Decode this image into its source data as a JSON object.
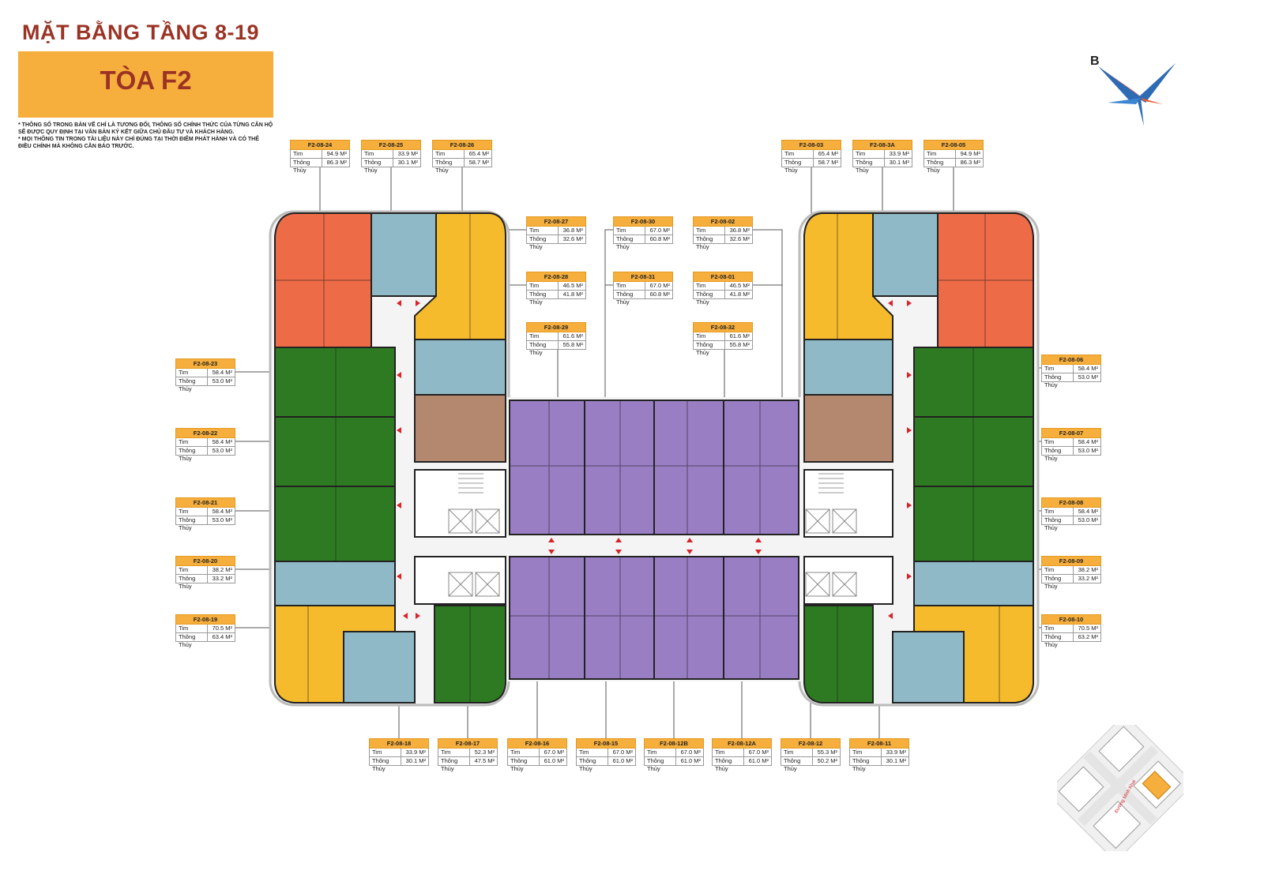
{
  "title": "MẶT BẰNG TẦNG 8-19",
  "subtitle": "TÒA F2",
  "notes": [
    "* THÔNG SỐ TRONG BẢN VẼ CHỈ LÀ TƯƠNG ĐỐI, THÔNG SỐ CHÍNH THỨC CỦA TỪNG CĂN HỘ",
    "SẼ ĐƯỢC QUY ĐỊNH TẠI VĂN BẢN KÝ KẾT GIỮA CHỦ ĐẦU TƯ VÀ KHÁCH HÀNG.",
    "* MỌI THÔNG TIN TRONG TÀI LIỆU NÀY CHỈ ĐÚNG TẠI THỜI ĐIỂM PHÁT HÀNH VÀ CÓ THỂ",
    "ĐIỀU CHỈNH MÀ KHÔNG CẦN BÁO TRƯỚC."
  ],
  "logo_letter": "B",
  "site_road_label": "Đường Minh Khai",
  "label_keys": {
    "tim": "Tim",
    "thong_thuy": "Thông Thủy"
  },
  "colors": {
    "orange": "#ee6b47",
    "blue": "#8fb9c6",
    "yellow": "#f6bb2c",
    "green": "#2e7a22",
    "purple": "#9a7ec4",
    "brown": "#b3886f",
    "label_bg": "#f6ae3c",
    "title": "#9b3325"
  },
  "units": [
    {
      "code": "F2-08-24",
      "tim": "94.9 M²",
      "thong_thuy": "86.3 M²"
    },
    {
      "code": "F2-08-25",
      "tim": "33.9 M²",
      "thong_thuy": "30.1 M²"
    },
    {
      "code": "F2-08-26",
      "tim": "65.4 M²",
      "thong_thuy": "58.7 M²"
    },
    {
      "code": "F2-08-03",
      "tim": "65.4 M²",
      "thong_thuy": "58.7 M²"
    },
    {
      "code": "F2-08-3A",
      "tim": "33.9 M²",
      "thong_thuy": "30.1 M²"
    },
    {
      "code": "F2-08-05",
      "tim": "94.9 M²",
      "thong_thuy": "86.3 M²"
    },
    {
      "code": "F2-08-27",
      "tim": "36.8 M²",
      "thong_thuy": "32.6 M²"
    },
    {
      "code": "F2-08-30",
      "tim": "67.0 M²",
      "thong_thuy": "60.8 M²"
    },
    {
      "code": "F2-08-02",
      "tim": "36.8 M²",
      "thong_thuy": "32.6 M²"
    },
    {
      "code": "F2-08-28",
      "tim": "46.5 M²",
      "thong_thuy": "41.8 M²"
    },
    {
      "code": "F2-08-31",
      "tim": "67.0 M²",
      "thong_thuy": "60.8 M²"
    },
    {
      "code": "F2-08-01",
      "tim": "46.5 M²",
      "thong_thuy": "41.8 M²"
    },
    {
      "code": "F2-08-29",
      "tim": "61.6 M²",
      "thong_thuy": "55.8 M²"
    },
    {
      "code": "F2-08-32",
      "tim": "61.6 M²",
      "thong_thuy": "55.8 M²"
    },
    {
      "code": "F2-08-23",
      "tim": "58.4 M²",
      "thong_thuy": "53.0 M²"
    },
    {
      "code": "F2-08-22",
      "tim": "58.4 M²",
      "thong_thuy": "53.0 M²"
    },
    {
      "code": "F2-08-21",
      "tim": "58.4 M²",
      "thong_thuy": "53.0 M²"
    },
    {
      "code": "F2-08-20",
      "tim": "38.2 M²",
      "thong_thuy": "33.2 M²"
    },
    {
      "code": "F2-08-19",
      "tim": "70.5 M²",
      "thong_thuy": "63.4 M²"
    },
    {
      "code": "F2-08-06",
      "tim": "58.4 M²",
      "thong_thuy": "53.0 M²"
    },
    {
      "code": "F2-08-07",
      "tim": "58.4 M²",
      "thong_thuy": "53.0 M²"
    },
    {
      "code": "F2-08-08",
      "tim": "58.4 M²",
      "thong_thuy": "53.0 M²"
    },
    {
      "code": "F2-08-09",
      "tim": "38.2 M²",
      "thong_thuy": "33.2 M²"
    },
    {
      "code": "F2-08-10",
      "tim": "70.5 M²",
      "thong_thuy": "63.2 M²"
    },
    {
      "code": "F2-08-18",
      "tim": "33.9 M²",
      "thong_thuy": "30.1 M²"
    },
    {
      "code": "F2-08-17",
      "tim": "52.3 M²",
      "thong_thuy": "47.5 M²"
    },
    {
      "code": "F2-08-16",
      "tim": "67.0 M²",
      "thong_thuy": "61.0 M²"
    },
    {
      "code": "F2-08-15",
      "tim": "67.0 M²",
      "thong_thuy": "61.0 M²"
    },
    {
      "code": "F2-08-12B",
      "tim": "67.0 M²",
      "thong_thuy": "61.0 M²"
    },
    {
      "code": "F2-08-12A",
      "tim": "67.0 M²",
      "thong_thuy": "61.0 M²"
    },
    {
      "code": "F2-08-12",
      "tim": "55.3 M²",
      "thong_thuy": "50.2 M²"
    },
    {
      "code": "F2-08-11",
      "tim": "33.9 M²",
      "thong_thuy": "30.1 M²"
    }
  ]
}
